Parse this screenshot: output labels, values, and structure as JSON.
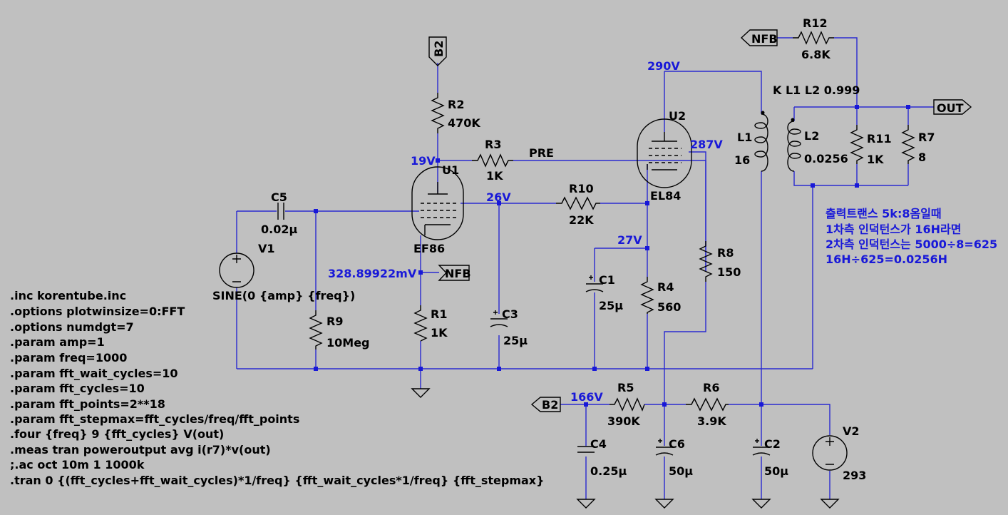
{
  "components": {
    "R2": {
      "name": "R2",
      "value": "470K"
    },
    "R3": {
      "name": "R3",
      "value": "1K"
    },
    "R10": {
      "name": "R10",
      "value": "22K"
    },
    "R12": {
      "name": "R12",
      "value": "6.8K"
    },
    "R11": {
      "name": "R11",
      "value": "1K"
    },
    "R7": {
      "name": "R7",
      "value": "8"
    },
    "R9": {
      "name": "R9",
      "value": "10Meg"
    },
    "R1": {
      "name": "R1",
      "value": "1K"
    },
    "R4": {
      "name": "R4",
      "value": "560"
    },
    "R8": {
      "name": "R8",
      "value": "150"
    },
    "R5": {
      "name": "R5",
      "value": "390K"
    },
    "R6": {
      "name": "R6",
      "value": "3.9K"
    },
    "C5": {
      "name": "C5",
      "value": "0.02µ"
    },
    "C3": {
      "name": "C3",
      "value": "25µ"
    },
    "C1": {
      "name": "C1",
      "value": "25µ"
    },
    "C4": {
      "name": "C4",
      "value": "0.25µ"
    },
    "C6": {
      "name": "C6",
      "value": "50µ"
    },
    "C2": {
      "name": "C2",
      "value": "50µ"
    },
    "L1": {
      "name": "L1",
      "value": "16"
    },
    "L2": {
      "name": "L2",
      "value": "0.0256"
    },
    "V1": {
      "name": "V1",
      "value": "SINE(0 {amp} {freq})"
    },
    "V2": {
      "name": "V2",
      "value": "293"
    },
    "U1": {
      "name": "U1",
      "value": "EF86"
    },
    "U2": {
      "name": "U2",
      "value": "EL84"
    }
  },
  "nets": {
    "b2_top": "B2",
    "b2_bottom": "B2",
    "nfb_top": "NFB",
    "nfb_mid": "NFB",
    "out": "OUT",
    "pre": "PRE",
    "coupling": "K L1 L2 0.999"
  },
  "voltages": {
    "plate_u2": "290V",
    "screen_u2": "287V",
    "plate_u1": "19V",
    "screen_u1": "26V",
    "cathode_u2": "27V",
    "cathode_u1": "328.89922mV",
    "b2_supply": "166V"
  },
  "comment_lines": [
    "출력트랜스 5k:8옴일때",
    "1차측 인덕턴스가 16H라면",
    "2차측 인덕턴스는 5000÷8=625",
    "16H÷625=0.0256H"
  ],
  "directives": [
    ".inc korentube.inc",
    ".options plotwinsize=0:FFT",
    ".options numdgt=7",
    ".param amp=1",
    ".param freq=1000",
    ".param fft_wait_cycles=10",
    ".param fft_cycles=10",
    ".param fft_points=2**18",
    ".param fft_stepmax=fft_cycles/freq/fft_points",
    ".four {freq} 9 {fft_cycles} V(out)",
    ".meas tran poweroutput avg i(r7)*v(out)",
    ";.ac oct 10m 1 1000k",
    ".tran 0 {(fft_cycles+fft_wait_cycles)*1/freq} {fft_wait_cycles*1/freq} {fft_stepmax}"
  ],
  "colors": {
    "wire": "#2a2ad0",
    "background": "#c0c0c0",
    "component": "#000000",
    "annotation": "#1818d8"
  }
}
